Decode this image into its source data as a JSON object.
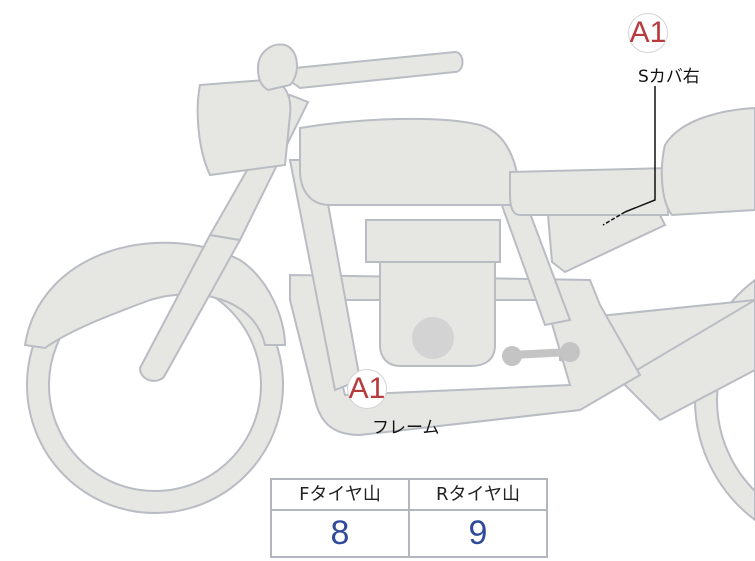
{
  "colors": {
    "part_fill": "#e6e6e3",
    "part_stroke": "#b9bcc3",
    "badge_text": "#b73a3c",
    "value_text": "#2f4a98"
  },
  "callouts": [
    {
      "badge": "A1",
      "label": "Sカバ右"
    },
    {
      "badge": "A1",
      "label": "フレーム"
    }
  ],
  "tire_table": {
    "headers": [
      "Fタイヤ山",
      "Rタイヤ山"
    ],
    "values": [
      "8",
      "9"
    ]
  }
}
